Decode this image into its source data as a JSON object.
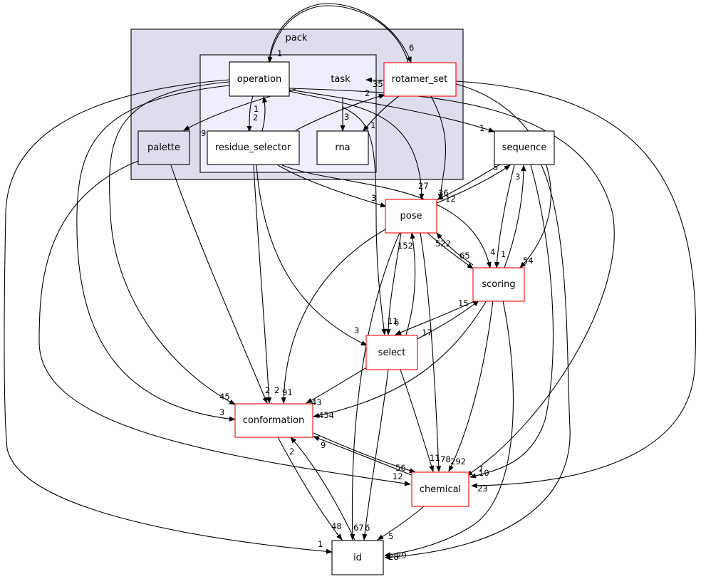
{
  "graph": {
    "cluster_pack": {
      "label": "pack",
      "fill": "#dddded",
      "stroke": "#000000"
    },
    "cluster_task": {
      "label": "task",
      "fill": "#eeeeff",
      "stroke": "#000000"
    },
    "nodes": {
      "operation": {
        "label": "operation",
        "stroke": "#000000",
        "fill": "#ffffff"
      },
      "rotamer_set": {
        "label": "rotamer_set",
        "stroke": "#ff0000",
        "fill": "#ffffff"
      },
      "palette": {
        "label": "palette",
        "stroke": "#000000",
        "fill": "#dddded"
      },
      "residue_selector": {
        "label": "residue_selector",
        "stroke": "#000000",
        "fill": "#ffffff"
      },
      "rna": {
        "label": "rna",
        "stroke": "#000000",
        "fill": "#ffffff"
      },
      "sequence": {
        "label": "sequence",
        "stroke": "#000000",
        "fill": "#ffffff"
      },
      "pose": {
        "label": "pose",
        "stroke": "#ff0000",
        "fill": "#ffffff"
      },
      "scoring": {
        "label": "scoring",
        "stroke": "#ff0000",
        "fill": "#ffffff"
      },
      "select": {
        "label": "select",
        "stroke": "#ff0000",
        "fill": "#ffffff"
      },
      "conformation": {
        "label": "conformation",
        "stroke": "#ff0000",
        "fill": "#ffffff"
      },
      "chemical": {
        "label": "chemical",
        "stroke": "#ff0000",
        "fill": "#ffffff"
      },
      "id": {
        "label": "id",
        "stroke": "#000000",
        "fill": "#ffffff"
      }
    },
    "edge_labels": {
      "op_rot_1": "1",
      "op_rot_6": "6",
      "task_35": "35",
      "op_rs_1": "1",
      "op_rs_2": "2",
      "rs_rot_2": "2",
      "task_rna_3": "3",
      "rot_rna_1": "1",
      "op_pal_9": "9",
      "seq_1": "1",
      "pose_27": "27",
      "pose_36": "36",
      "pose_12": "12",
      "pose_3": "3",
      "seq_5": "5",
      "pose_152": "152",
      "pose_522": "522",
      "sc_65": "65",
      "sc_4": "4",
      "sc_1": "1",
      "sc_54": "54",
      "seq_3": "3",
      "sc_15": "15",
      "sel_11": "11",
      "sel_6": "6",
      "sel_17": "17",
      "sel_3": "3",
      "conf_45": "45",
      "conf_3": "3",
      "conf_2a": "2",
      "conf_2b": "2",
      "conf_91": "91",
      "conf_43": "43",
      "conf_454": "454",
      "conf_9": "9",
      "conf_2c": "2",
      "chem_56": "56",
      "chem_12": "12",
      "chem_11": "11",
      "chem_78": "78",
      "chem_292": "292",
      "chem_7": "7",
      "chem_10": "10",
      "chem_23": "23",
      "id_48": "48",
      "id_67": "67",
      "id_6": "6",
      "id_5": "5",
      "id_1": "1",
      "id_28": "28",
      "id_29": "29"
    }
  }
}
